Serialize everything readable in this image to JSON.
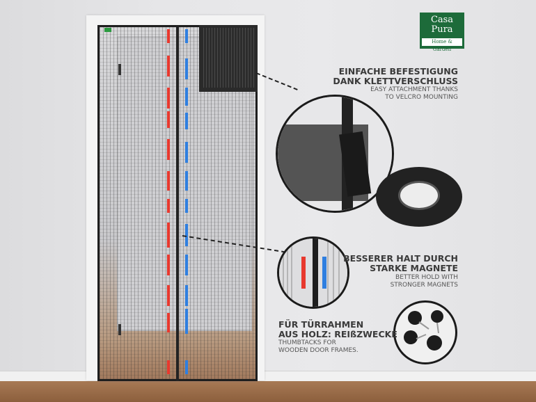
{
  "logo": {
    "line1": "Casa",
    "line2": "Pura",
    "line3": "Home & Garden"
  },
  "features": [
    {
      "heading1": "EINFACHE BEFESTIGUNG",
      "heading2": "DANK KLETTVERSCHLUSS",
      "sub1": "EASY ATTACHMENT THANKS",
      "sub2": "TO VELCRO MOUNTING"
    },
    {
      "heading1": "BESSERER HALT DURCH",
      "heading2": "STARKE MAGNETE",
      "sub1": "BETTER HOLD WITH",
      "sub2": "STRONGER MAGNETS"
    },
    {
      "heading1": "FÜR TÜRRAHMEN",
      "heading2": "AUS HOLZ: REIßZWECKE",
      "sub1": "THUMBTACKS FOR",
      "sub2": "WOODEN DOOR FRAMES."
    }
  ],
  "colors": {
    "magnet_red": "#e8382e",
    "magnet_blue": "#2f7fe0",
    "logo_green": "#1d6b3a"
  }
}
